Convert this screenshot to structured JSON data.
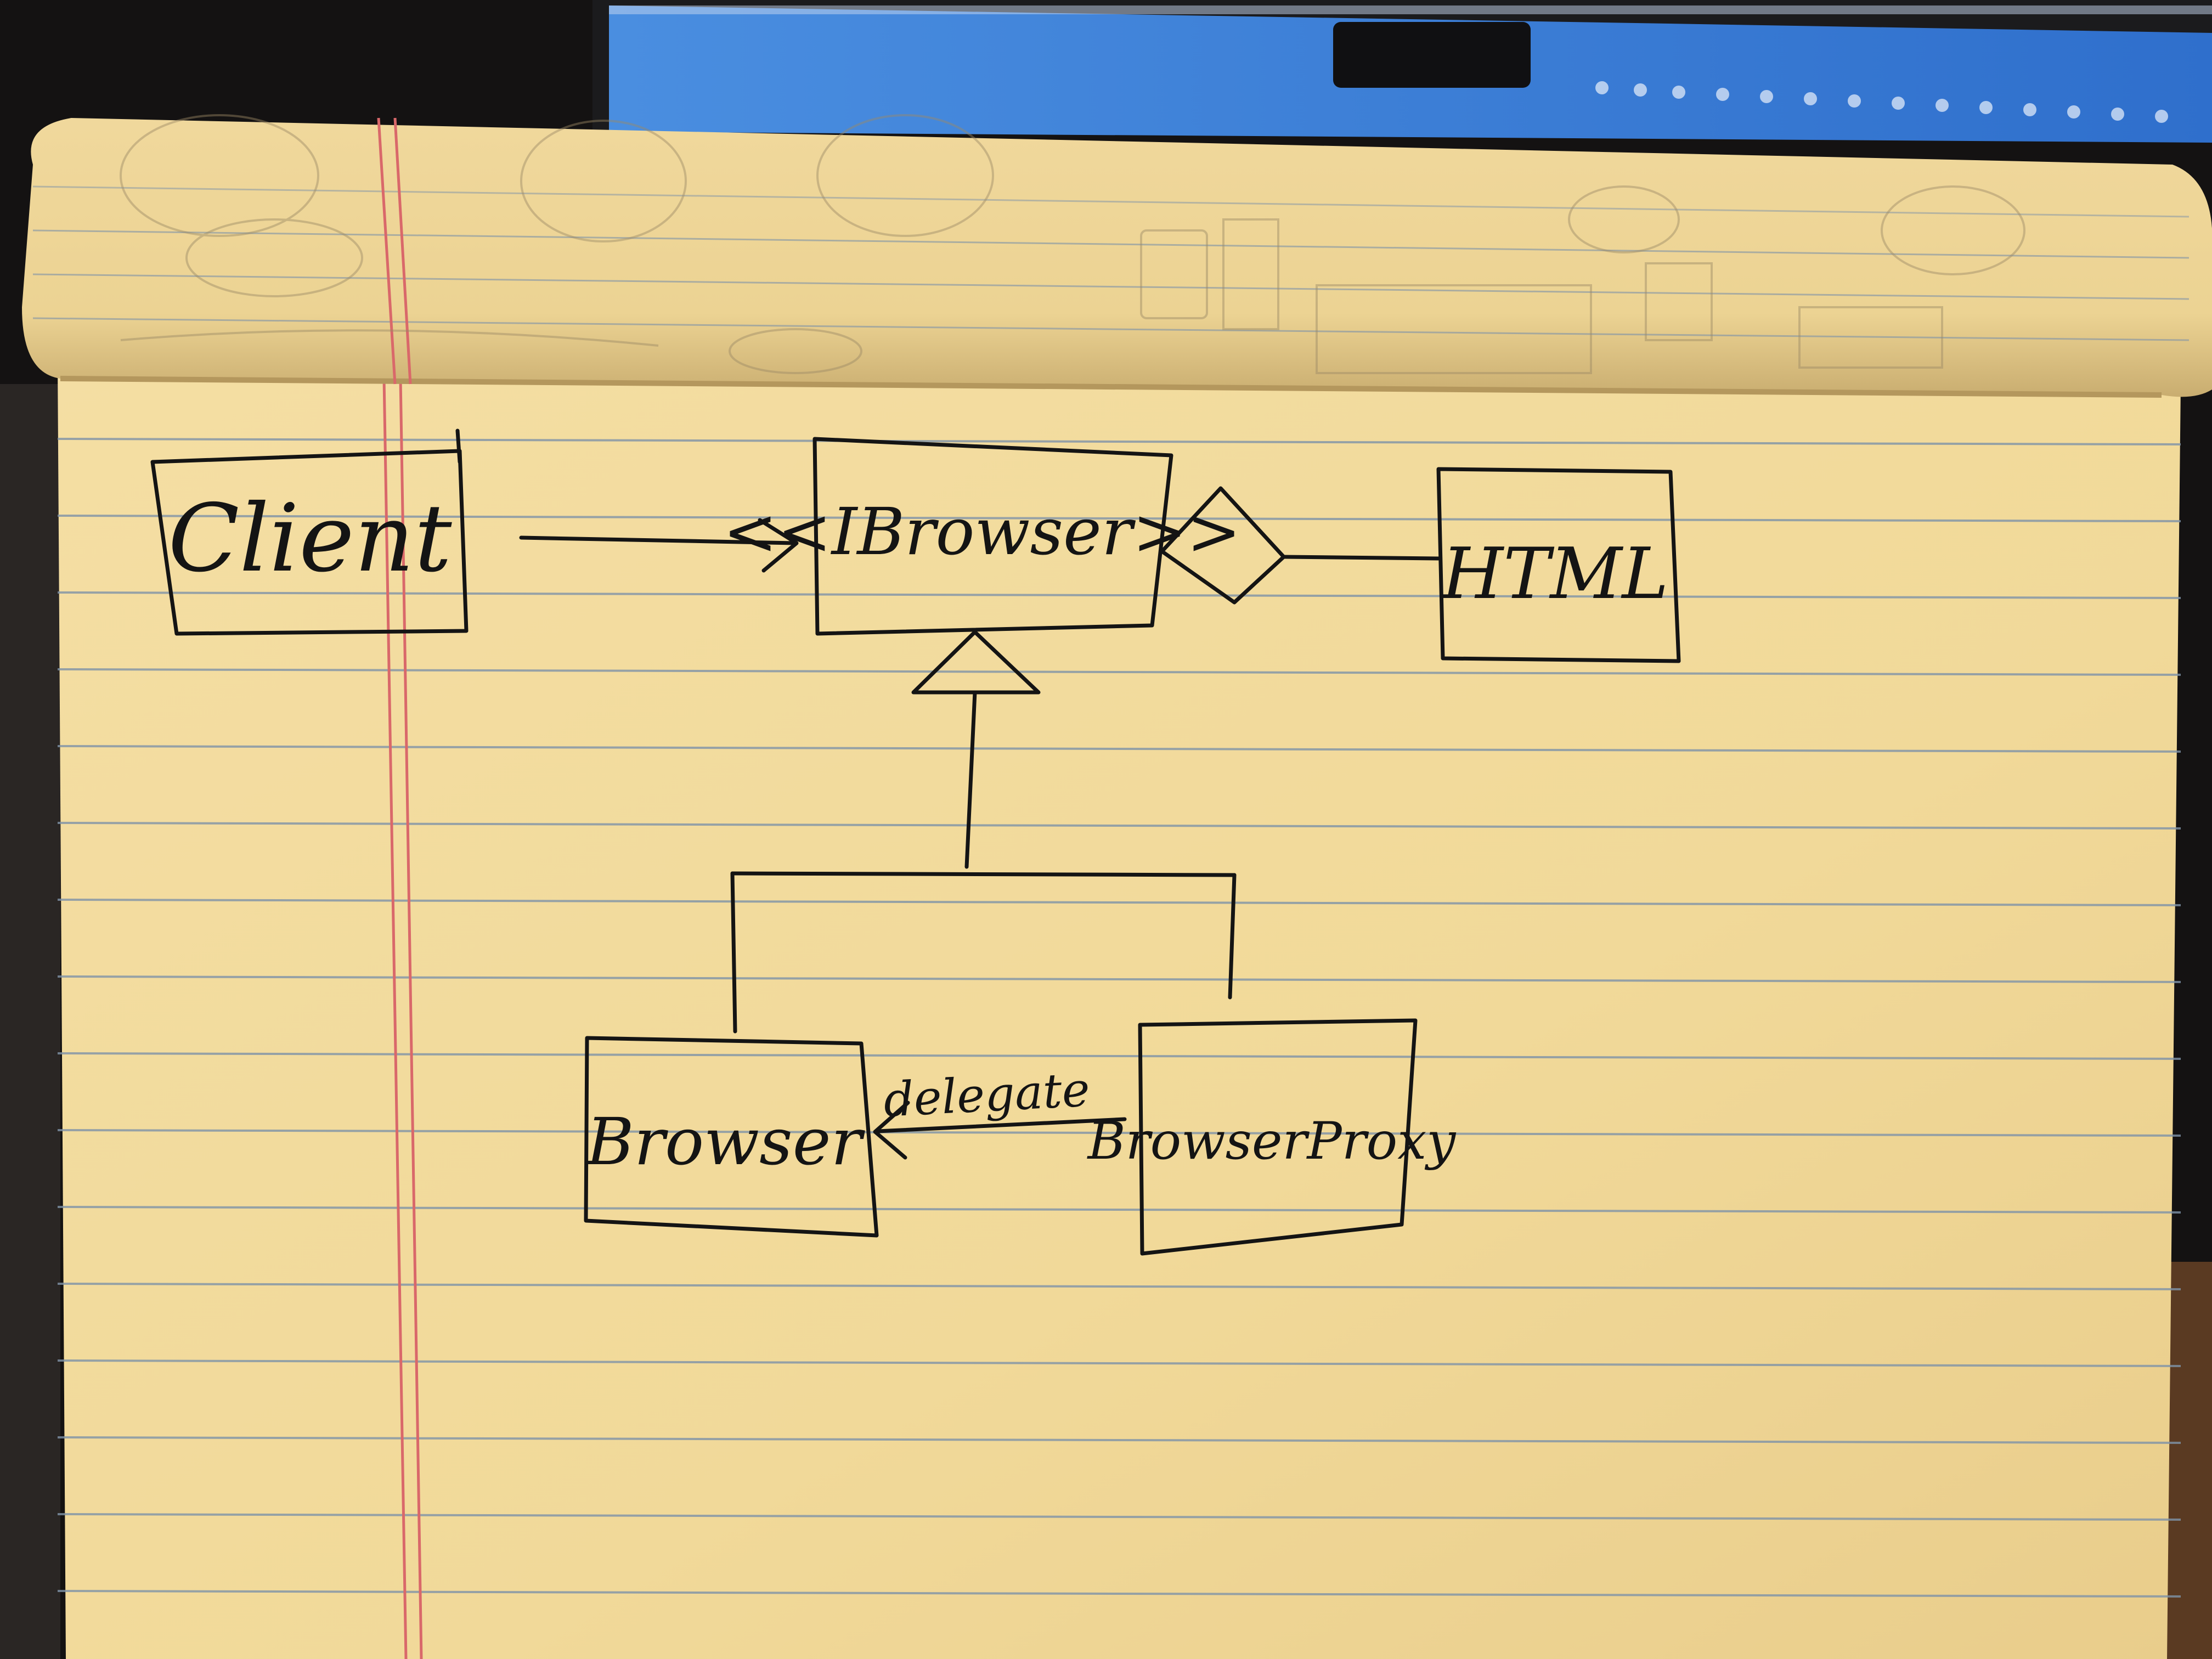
{
  "diagram": {
    "nodes": [
      {
        "id": "client",
        "label": "Client"
      },
      {
        "id": "ibrowser",
        "label": "<<IBrowser>>"
      },
      {
        "id": "html",
        "label": "HTML"
      },
      {
        "id": "browser",
        "label": "Browser"
      },
      {
        "id": "browser_proxy",
        "label": "BrowserProxy"
      }
    ],
    "edges": [
      {
        "from": "client",
        "to": "ibrowser",
        "type": "association-arrow",
        "label": ""
      },
      {
        "from": "html",
        "to": "ibrowser",
        "type": "aggregation-diamond",
        "label": ""
      },
      {
        "from": "browser",
        "to": "ibrowser",
        "type": "generalization",
        "label": ""
      },
      {
        "from": "browser_proxy",
        "to": "ibrowser",
        "type": "generalization",
        "label": ""
      },
      {
        "from": "browser_proxy",
        "to": "browser",
        "type": "arrow",
        "label": "delegate"
      }
    ]
  },
  "colors": {
    "paper": "#f3dc9f",
    "paper_shadow": "#e2c684",
    "rule_line": "#7f93a8",
    "margin_line": "#d9686a",
    "ink": "#141414",
    "background": "#141212",
    "laptop_screen": "#3f86dc"
  }
}
